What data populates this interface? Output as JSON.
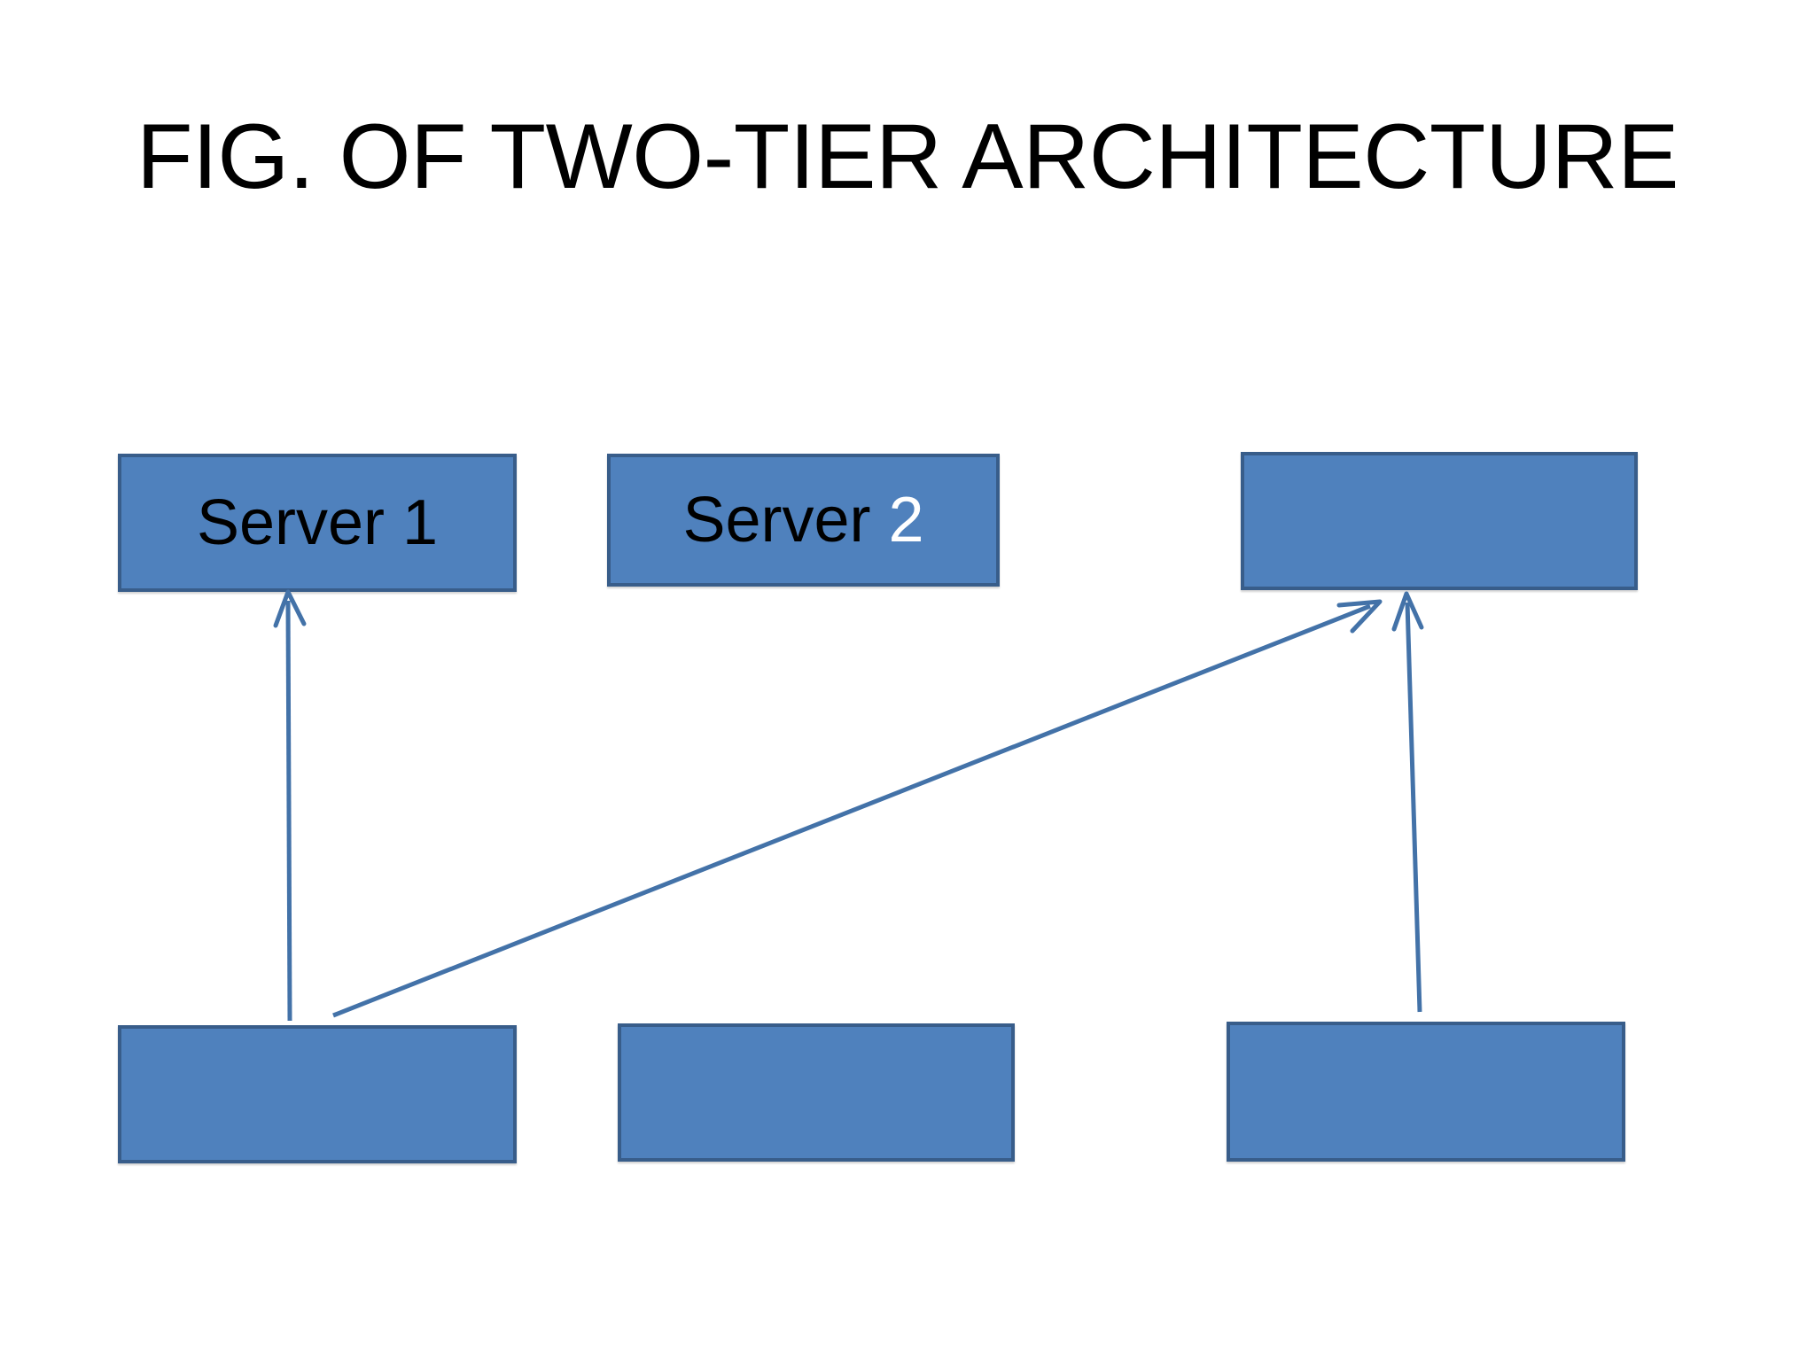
{
  "slide": {
    "title": "FIG. OF TWO-TIER ARCHITECTURE",
    "background_color": "#ffffff"
  },
  "theme": {
    "box_fill": "#4f81bd",
    "box_border": "#385d8a",
    "connector_color": "#4372a8",
    "title_color": "#000000",
    "label_color": "#000000",
    "alt_label_color": "#ffffff"
  },
  "diagram": {
    "tier_top": {
      "name": "server-tier",
      "nodes": [
        {
          "id": "server-1",
          "label_main": "Server 1",
          "label_alt": "",
          "empty": false
        },
        {
          "id": "server-2",
          "label_main": "Server ",
          "label_alt": "2",
          "empty": false
        },
        {
          "id": "server-3",
          "label_main": "",
          "label_alt": "",
          "empty": true
        }
      ]
    },
    "tier_bottom": {
      "name": "client-tier",
      "nodes": [
        {
          "id": "client-1",
          "label_main": "",
          "label_alt": "",
          "empty": true
        },
        {
          "id": "client-2",
          "label_main": "",
          "label_alt": "",
          "empty": true
        },
        {
          "id": "client-3",
          "label_main": "",
          "label_alt": "",
          "empty": true
        }
      ]
    },
    "connectors": [
      {
        "id": "client-1-to-server-1",
        "from": "client-1",
        "to": "server-1",
        "style": "arrow-up"
      },
      {
        "id": "client-1-to-server-3",
        "from": "client-1",
        "to": "server-3",
        "style": "arrow-diagonal"
      },
      {
        "id": "client-3-to-server-3",
        "from": "client-3",
        "to": "server-3",
        "style": "arrow-up"
      }
    ]
  }
}
